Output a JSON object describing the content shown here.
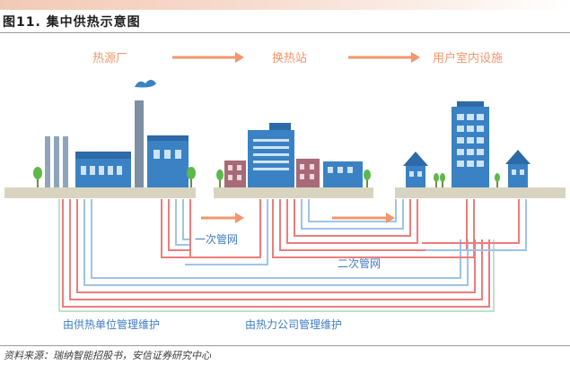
{
  "figure": {
    "title": "图11. 集中供热示意图",
    "source": "资料来源：瑞纳智能招股书，安信证券研究中心"
  },
  "diagram": {
    "flow_labels": [
      "热源厂",
      "换热站",
      "用户室内设施"
    ],
    "network_labels": {
      "primary": "一次管网",
      "secondary": "二次管网"
    },
    "maintenance_labels": {
      "heat_unit": "由供热单位管理维护",
      "company": "由热力公司管理维护"
    },
    "colors": {
      "accent": "#f2966b",
      "label_blue": "#3f7cc4",
      "pipe_red": "#ee7c7c",
      "pipe_blue": "#9fc3e6",
      "pipe_green": "#a8d8b8",
      "ground": "#d9d4c0",
      "building_blue": "#3a82c4",
      "tree_green": "#5cb84a"
    },
    "icons": [
      "factory-icon",
      "exchange-station-icon",
      "residential-building-icon",
      "house-icon",
      "tree-icon",
      "arrow-right-icon"
    ]
  }
}
